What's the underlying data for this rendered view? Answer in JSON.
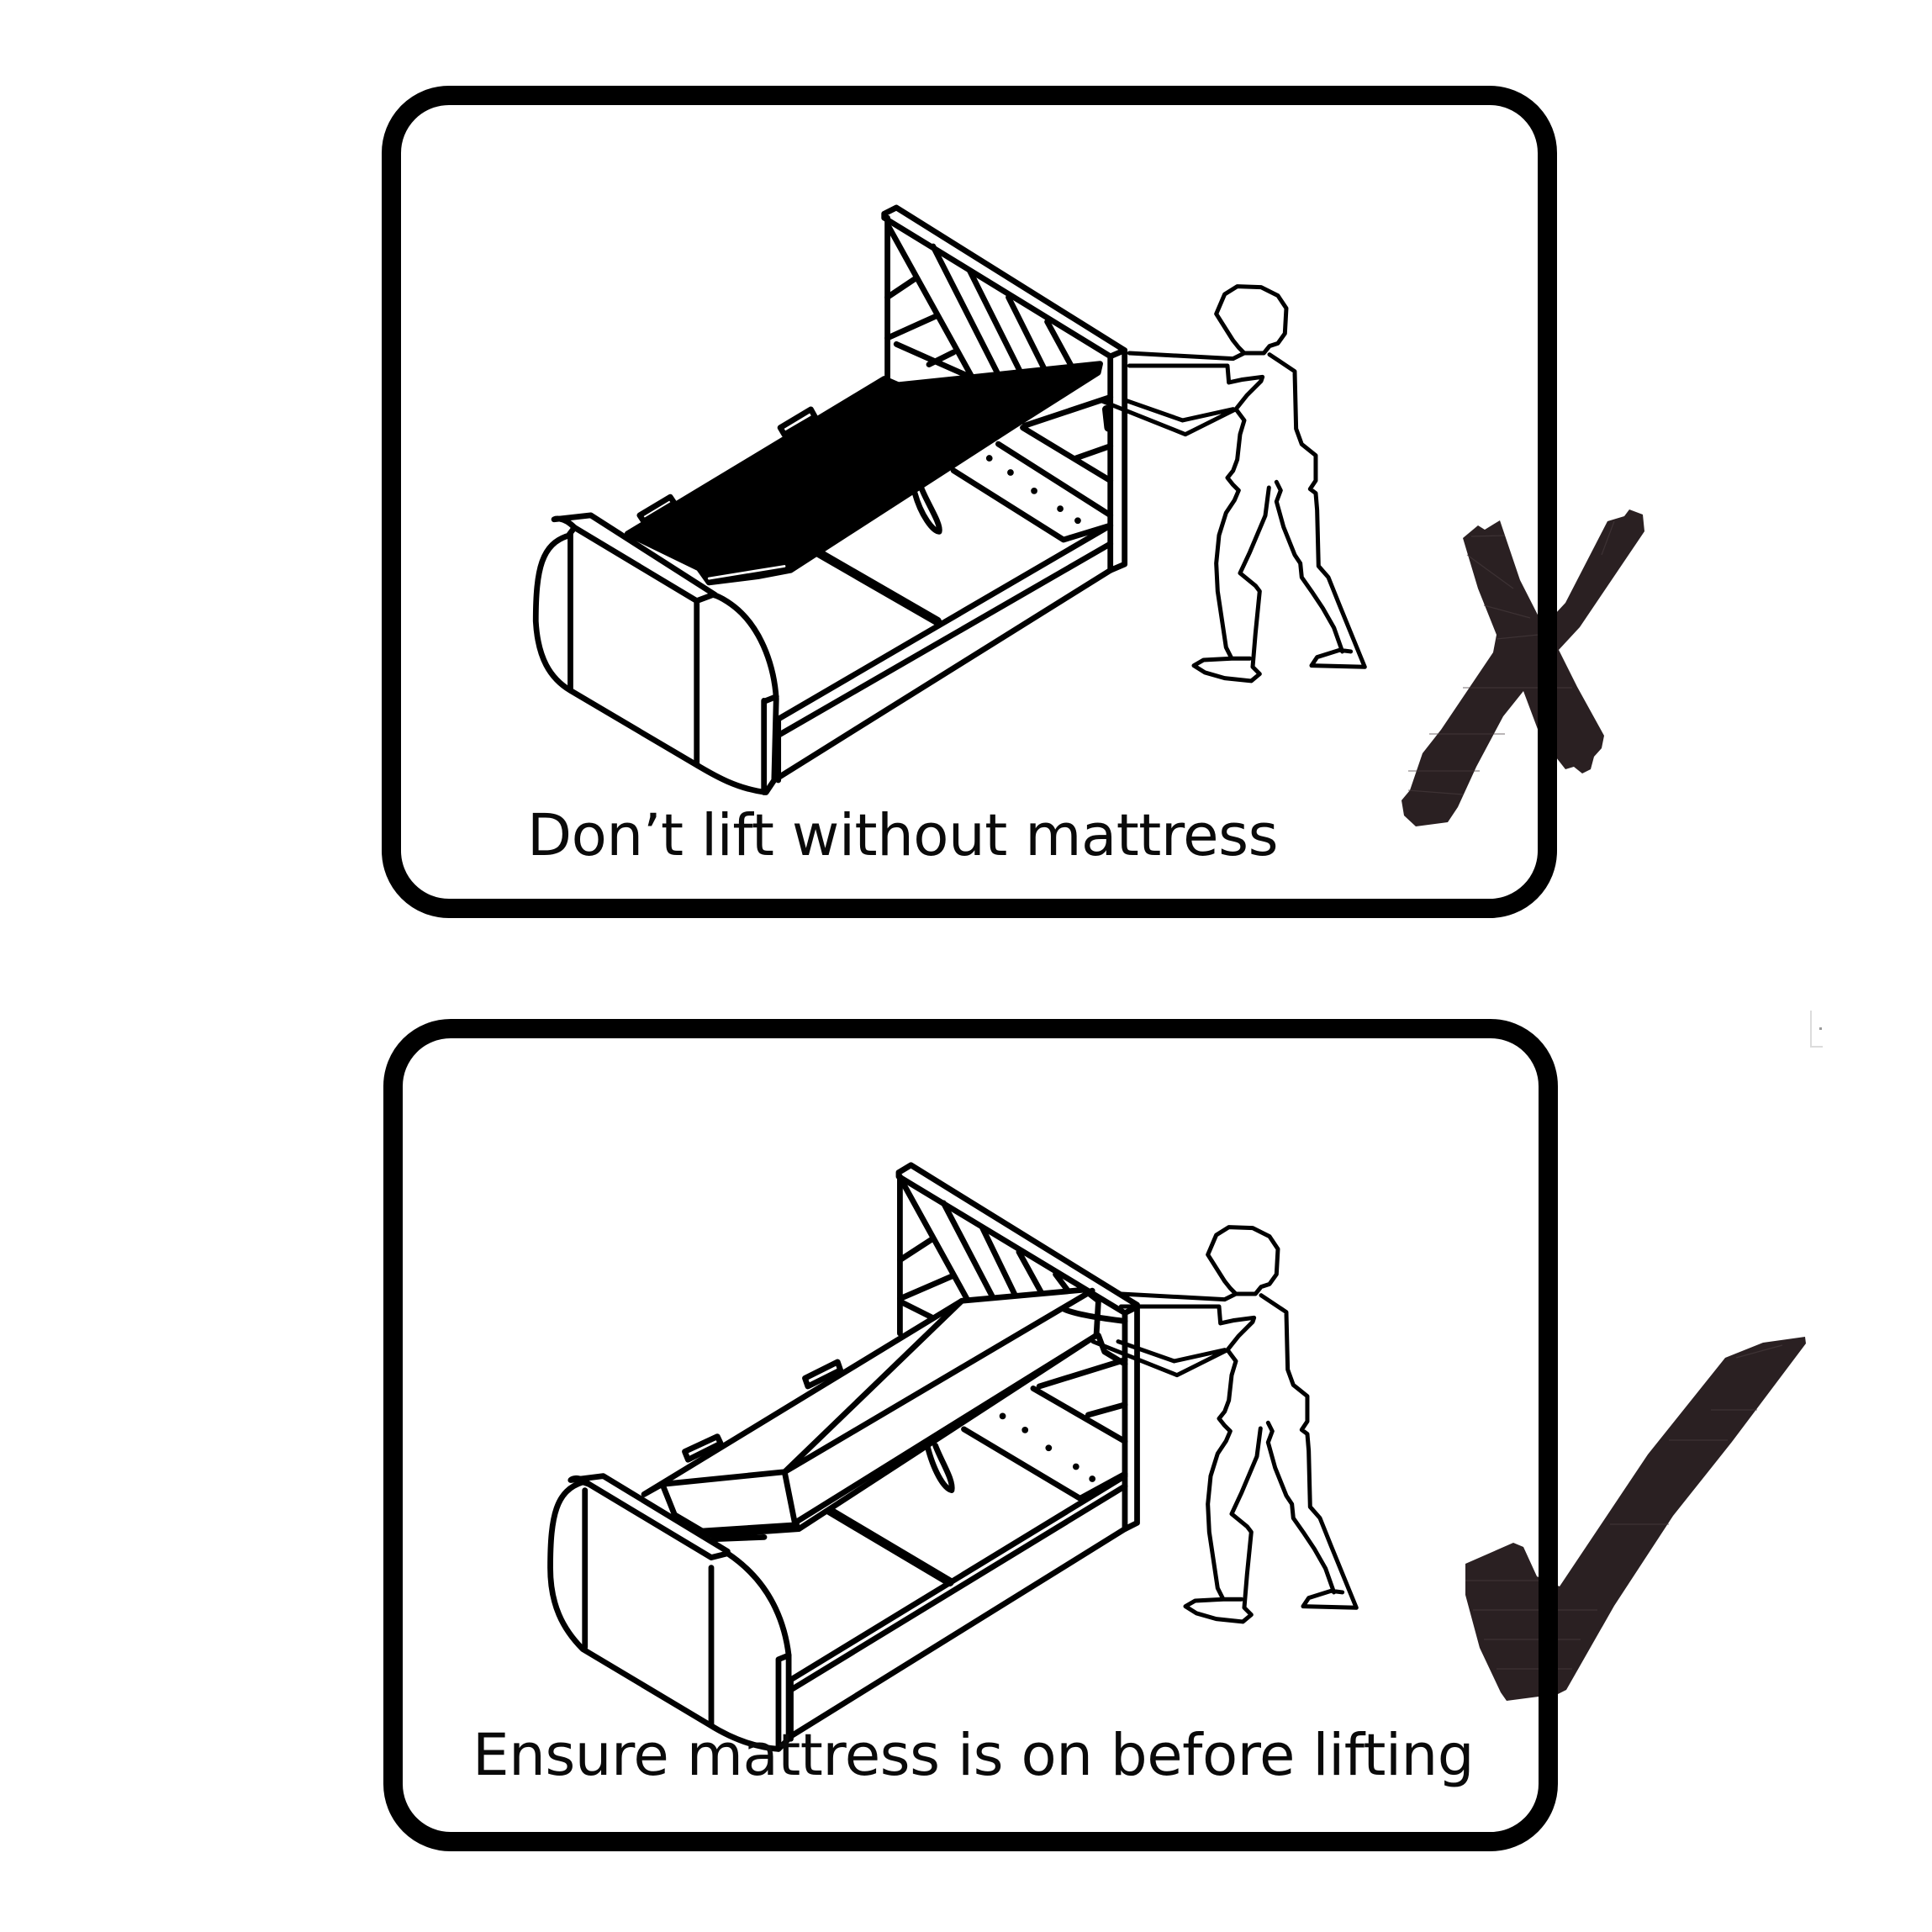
{
  "panels": [
    {
      "id": "dont",
      "caption": "Don’t lift without mattress",
      "illustration": "ottoman bed lifted without mattress by person",
      "mark": "x-mark",
      "verdict": "incorrect"
    },
    {
      "id": "do",
      "caption": "Ensure mattress is on before lifting",
      "illustration": "ottoman bed lifted with mattress on by person",
      "mark": "check-mark",
      "verdict": "correct"
    }
  ],
  "colors": {
    "line": "#000000",
    "mark": "#2a2022",
    "background": "#ffffff"
  }
}
